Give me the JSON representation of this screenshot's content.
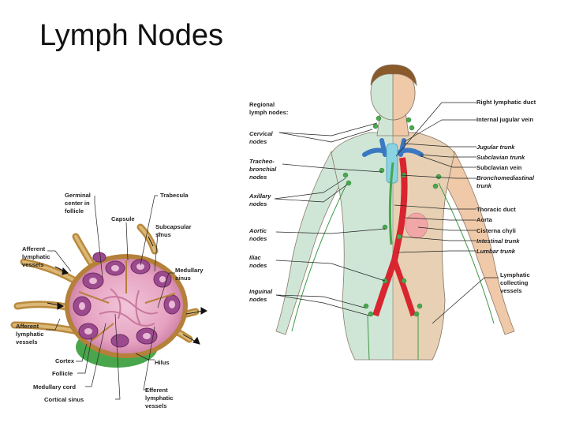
{
  "slide": {
    "title": "Lymph Nodes"
  },
  "node_figure": {
    "labels": {
      "germinal_center_1": "Germinal",
      "germinal_center_2": "center in",
      "germinal_center_3": "follicle",
      "trabecula": "Trabecula",
      "capsule": "Capsule",
      "subcapsular_1": "Subcapsular",
      "subcapsular_2": "sinus",
      "afferent_upper_1": "Afferent",
      "afferent_upper_2": "lymphatic",
      "afferent_upper_3": "vessels",
      "medullary_sinus_1": "Medullary",
      "medullary_sinus_2": "sinus",
      "afferent_lower_1": "Afferent",
      "afferent_lower_2": "lymphatic",
      "afferent_lower_3": "vessels",
      "cortex": "Cortex",
      "hilus": "Hilus",
      "follicle": "Follicle",
      "medullary_cord": "Medullary cord",
      "cortical_sinus": "Cortical sinus",
      "efferent_1": "Efferent",
      "efferent_2": "lymphatic",
      "efferent_3": "vessels"
    }
  },
  "body_figure": {
    "left_labels": {
      "regional_1": "Regional",
      "regional_2": "lymph nodes:",
      "cervical_1": "Cervical",
      "cervical_2": "nodes",
      "tracheo_1": "Tracheo-",
      "tracheo_2": "bronchial",
      "tracheo_3": "nodes",
      "axillary_1": "Axillary",
      "axillary_2": "nodes",
      "aortic_1": "Aortic",
      "aortic_2": "nodes",
      "iliac_1": "Iliac",
      "iliac_2": "nodes",
      "inguinal_1": "Inguinal",
      "inguinal_2": "nodes"
    },
    "right_labels": {
      "right_lymphatic_duct": "Right lymphatic duct",
      "internal_jugular_vein": "Internal jugular vein",
      "jugular_trunk": "Jugular trunk",
      "subclavian_trunk": "Subclavian trunk",
      "subclavian_vein": "Subclavian vein",
      "bronchomediastinal_1": "Bronchomediastinal",
      "bronchomediastinal_2": "trunk",
      "thoracic_duct": "Thoracic duct",
      "aorta": "Aorta",
      "cisterna_chyli": "Cisterna chyli",
      "intestinal_trunk": "Intestinal trunk",
      "lumbar_trunk": "Lumbar trunk",
      "lymphatic_collecting_1": "Lymphatic",
      "lymphatic_collecting_2": "collecting",
      "lymphatic_collecting_3": "vessels"
    }
  },
  "colors": {
    "skin": "#efc9a8",
    "body_tint": "#bfe0cf",
    "node_pink": "#e9a7c4",
    "follicle_purple": "#a24a92",
    "vessel_tan": "#c99a4c",
    "node_green": "#4aa84e",
    "vein_blue": "#3a78c2",
    "artery_red": "#d8252f"
  }
}
